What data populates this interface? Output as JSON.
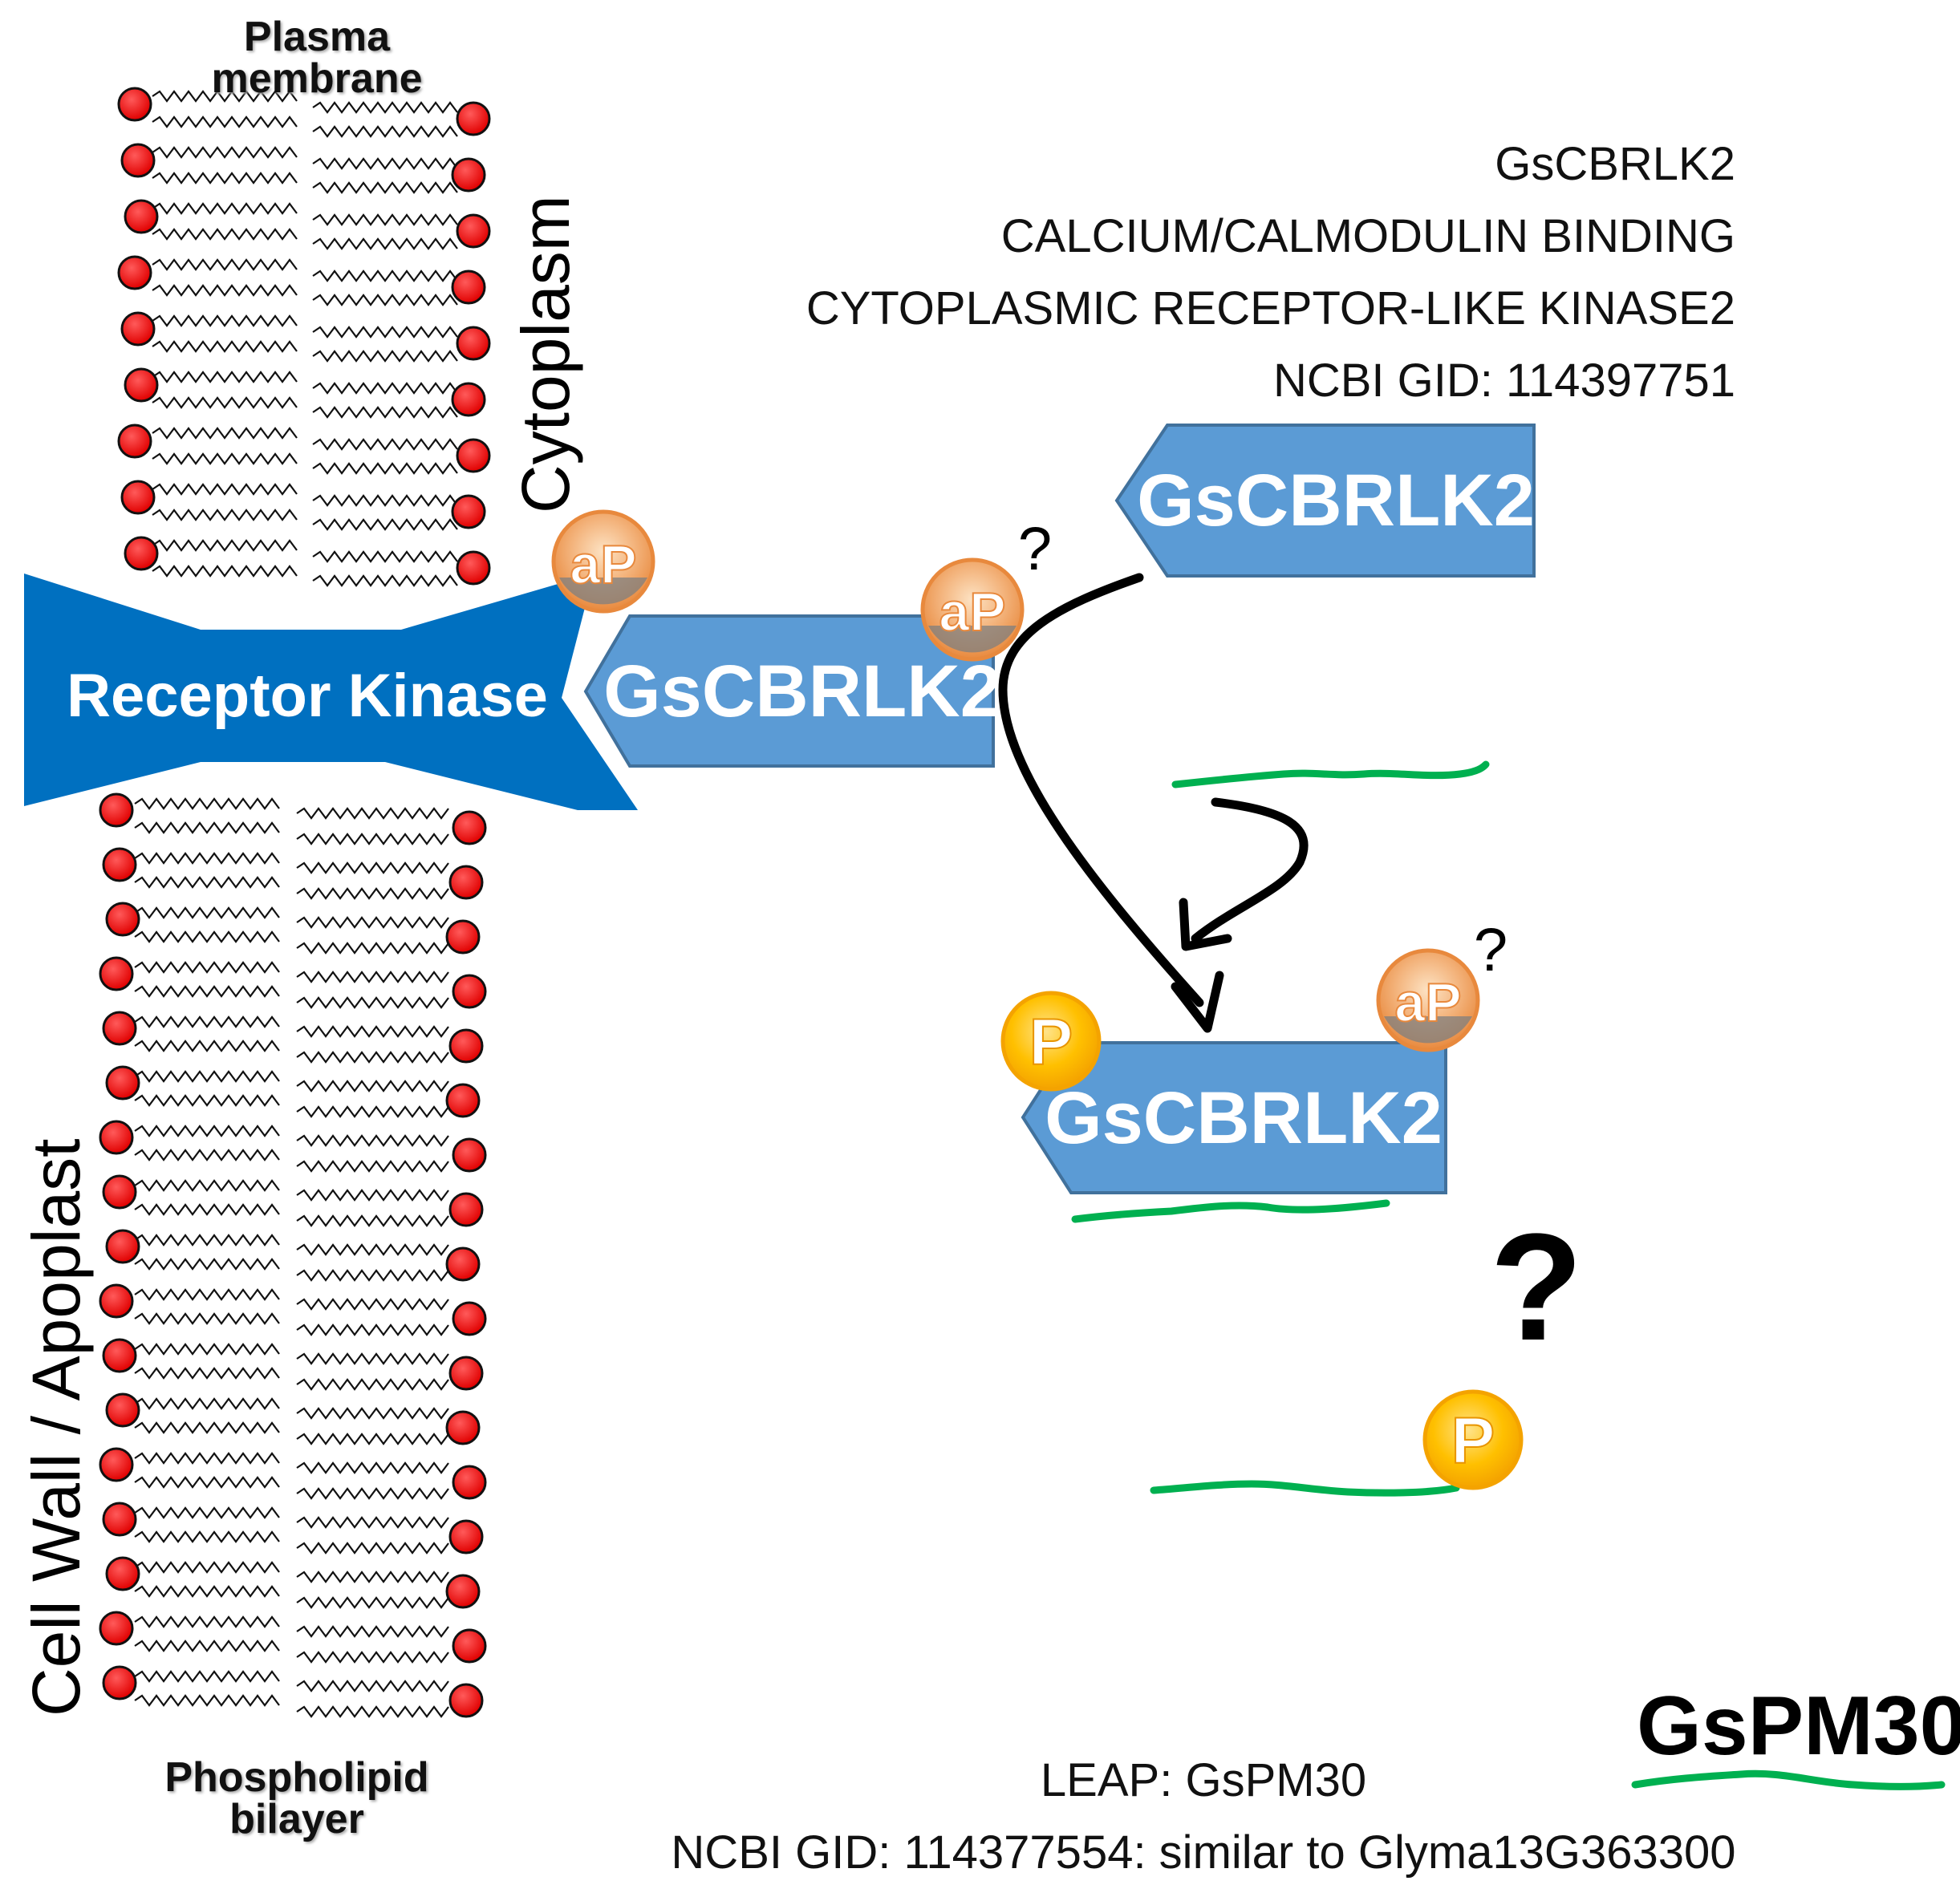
{
  "membrane": {
    "top_caption": "Plasma\nmembrane",
    "bottom_caption": "Phospholipid\nbilayer",
    "cytoplasm_label": "Cytoplasm",
    "cellwall_label": "Cell Wall / Apoplast",
    "head_color": "#ff0000"
  },
  "receptor": {
    "label": "Receptor Kinase",
    "color": "#0070c0",
    "ap_badge": "aP"
  },
  "kinase": {
    "bound_label": "GsCBRLK2",
    "free_label": "GsCBRLK2",
    "lower_label": "GsCBRLK2",
    "ap_badge": "aP",
    "p_badge": "P",
    "question": "?",
    "color": "#5b9bd5"
  },
  "info": {
    "lines": [
      "GsCBRLK2",
      "CALCIUM/CALMODULIN BINDING",
      "CYTOPLASMIC RECEPTOR-LIKE KINASE2",
      "NCBI GID: 114397751"
    ]
  },
  "target": {
    "title": "GsPM30",
    "leap_line": "LEAP: GsPM30",
    "ncbi_line": "NCBI GID: 114377554: similar to Glyma13G363300",
    "p_badge": "P",
    "question": "?",
    "strand_color": "#00b050"
  }
}
